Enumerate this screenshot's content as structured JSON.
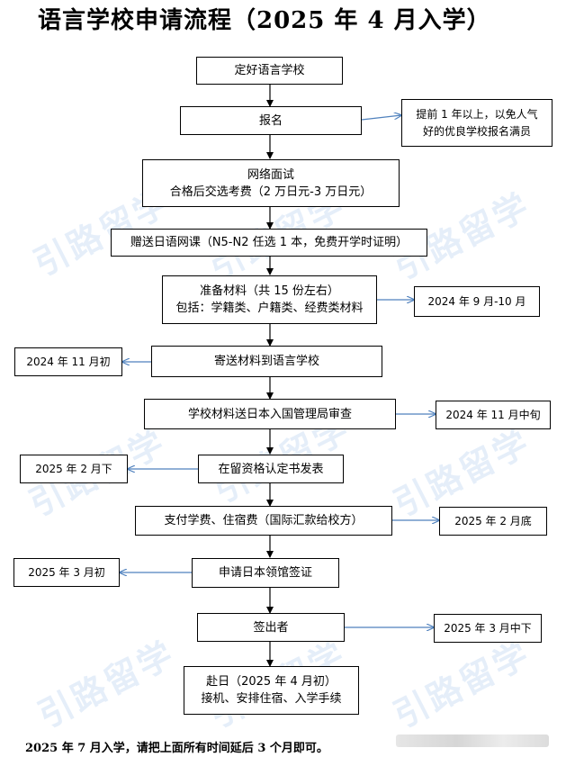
{
  "title": "语言学校申请流程（2025 年 4 月入学）",
  "steps": [
    {
      "lines": [
        "定好语言学校"
      ]
    },
    {
      "lines": [
        "报名"
      ]
    },
    {
      "lines": [
        "网络面试",
        "合格后交选考费（2 万日元-3 万日元）"
      ]
    },
    {
      "lines": [
        "赠送日语网课（N5-N2 任选 1 本，免费开学时证明）"
      ]
    },
    {
      "lines": [
        "准备材料（共 15 份左右）",
        "包括：学籍类、户籍类、经费类材料"
      ]
    },
    {
      "lines": [
        "寄送材料到语言学校"
      ]
    },
    {
      "lines": [
        "学校材料送日本入国管理局审查"
      ]
    },
    {
      "lines": [
        "在留资格认定书发表"
      ]
    },
    {
      "lines": [
        "支付学费、住宿费（国际汇款给校方）"
      ]
    },
    {
      "lines": [
        "申请日本领馆签证"
      ]
    },
    {
      "lines": [
        "签出者"
      ]
    },
    {
      "lines": [
        "赴日（2025 年 4 月初）",
        "接机、安排住宿、入学手续"
      ]
    }
  ],
  "notes": [
    {
      "lines": [
        "提前 1 年以上，以免人气",
        "好的优良学校报名满员"
      ]
    },
    {
      "lines": [
        "2024 年 9 月-10 月"
      ]
    },
    {
      "lines": [
        "2024 年 11 月初"
      ]
    },
    {
      "lines": [
        "2024 年 11 月中旬"
      ]
    },
    {
      "lines": [
        "2025 年 2 月下"
      ]
    },
    {
      "lines": [
        "2025 年 2 月底"
      ]
    },
    {
      "lines": [
        "2025 年 3 月初"
      ]
    },
    {
      "lines": [
        "2025 年 3 月中下"
      ]
    }
  ],
  "watermark": "引路留学",
  "footer": "2025 年 7 月入学，请把上面所有时间延后 3 个月即可。",
  "colors": {
    "arrow": "#4f81bd",
    "watermark": "#3d86d9",
    "step_arrow": "#000000"
  }
}
